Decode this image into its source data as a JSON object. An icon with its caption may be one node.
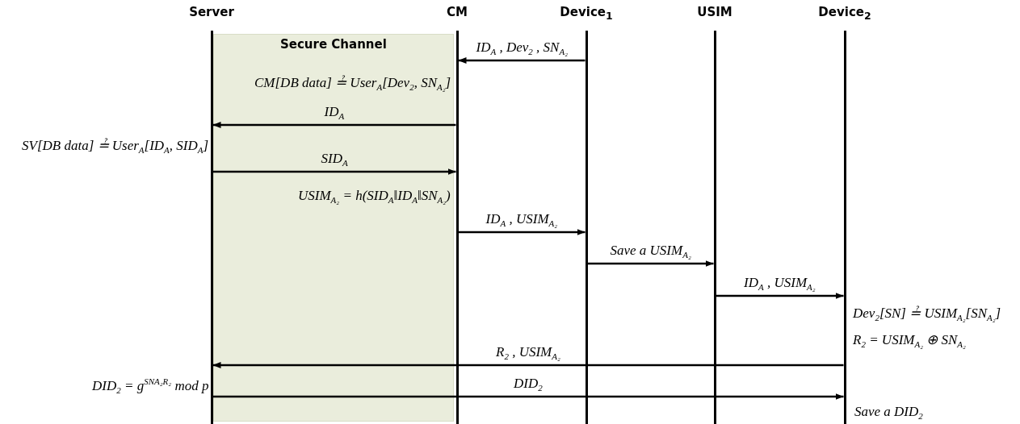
{
  "diagram": {
    "nodes": [
      {
        "text": [
          "Server"
        ]
      },
      {
        "text": [
          "CM"
        ]
      },
      {
        "text": [
          "Device$_{1}$"
        ]
      },
      {
        "text": [
          "USIM"
        ]
      },
      {
        "text": [
          "Device$_{2}$"
        ]
      }
    ],
    "edges": [
      {
        "from": 2,
        "to": 1,
        "arrow": "to",
        "label": "ID$_{A}$ , Dev$_{2}$ , SN$_{A₂}$"
      },
      {
        "from": 1,
        "to": 0,
        "arrow": "to",
        "label": "ID$_{A}$"
      },
      {
        "from": 0,
        "to": 1,
        "arrow": "to",
        "label": "SID$_{A}$"
      },
      {
        "from": 1,
        "to": 2,
        "arrow": "to",
        "label": "ID$_{A}$ , USIM$_{A₂}$"
      },
      {
        "from": 2,
        "to": 3,
        "arrow": "to",
        "label": "Save a USIM$_{A₂}$"
      },
      {
        "from": 3,
        "to": 4,
        "arrow": "to",
        "label": "ID$_{A}$ , USIM$_{A₂}$"
      },
      {
        "from": 4,
        "to": 0,
        "arrow": "to",
        "label": "R$_{2}$ , USIM$_{A₂}$"
      },
      {
        "from": 0,
        "to": 4,
        "arrow": "to",
        "label": "DID$_{2}$"
      }
    ],
    "labels": [
      "Secure Channel",
      "CM[DB data] ≟ User$_{A}$[Dev$_{2}$, SN$_{A₂}$]",
      "SV[DB data] ≟ User$_{A}$[ID$_{A}$, SID$_{A}$]",
      "USIM$_{A₂}$ = h(SID$_{A}$‖ID$_{A}$‖SN$_{A₂}$)",
      "Dev$_{2}$[SN] ≟ USIM$_{A₂}$[SN$_{A₂}$]",
      "R$_{2}$ = USIM$_{A₂}$ ⊕ SN$_{A₂}$",
      "DID$_{2}$ = g$^{SNA₂R₂}$ mod p",
      "Save a DID$_{2}$"
    ]
  }
}
